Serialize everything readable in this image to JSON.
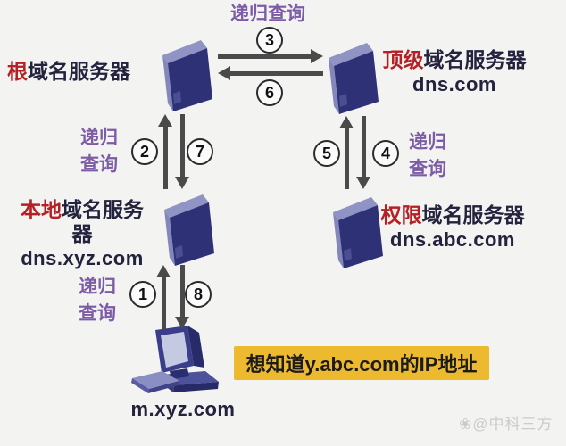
{
  "colors": {
    "background": "#f3f3f1",
    "accent_red": "#b52025",
    "query_purple": "#7d5ca6",
    "arrow_gray": "#4a4a4a",
    "callout_yellow": "#edb92e",
    "text_dark": "#23233e",
    "server_front": "#2e3175",
    "server_top": "#9094c4",
    "server_side": "#8387bb"
  },
  "nodes": {
    "root": {
      "highlight": "根",
      "rest": "域名服务器"
    },
    "tld": {
      "highlight": "顶级",
      "rest": "域名服务器",
      "domain": "dns.com"
    },
    "local": {
      "highlight": "本地",
      "rest": "域名服务器",
      "domain": "dns.xyz.com"
    },
    "auth": {
      "highlight": "权限",
      "rest": "域名服务器",
      "domain": "dns.abc.com"
    },
    "client": {
      "domain": "m.xyz.com"
    }
  },
  "query_labels": {
    "top": "递归查询",
    "left_mid": {
      "line1": "递归",
      "line2": "查询"
    },
    "left_bottom": {
      "line1": "递归",
      "line2": "查询"
    },
    "right_mid": {
      "line1": "递归",
      "line2": "查询"
    }
  },
  "steps": {
    "s1": "1",
    "s2": "2",
    "s3": "3",
    "s4": "4",
    "s5": "5",
    "s6": "6",
    "s7": "7",
    "s8": "8"
  },
  "callout": {
    "text": "想知道y.abc.com的IP地址"
  },
  "watermark": {
    "text": "❀@中科三方"
  }
}
